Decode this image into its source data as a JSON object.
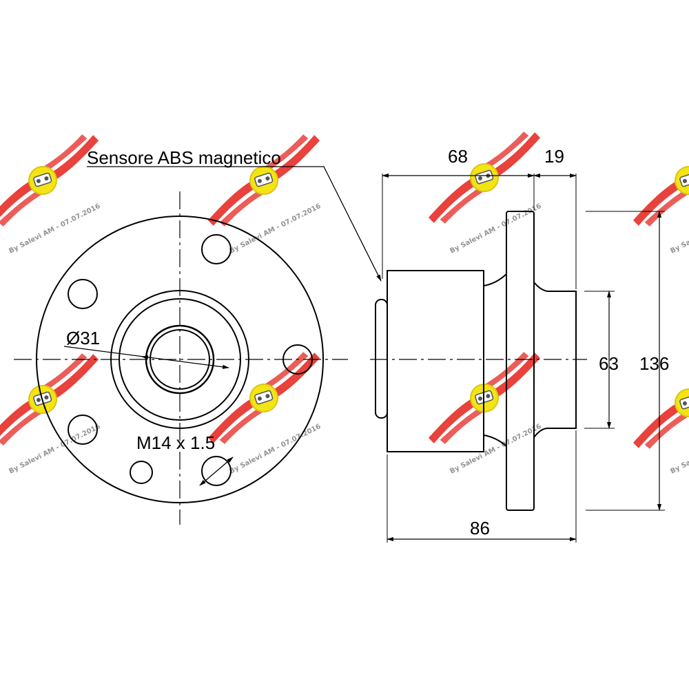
{
  "drawing": {
    "labels": {
      "abs_sensor": "Sensore ABS magnetico",
      "bore_diameter": "Ø31",
      "thread": "M14 x 1.5",
      "width_hub": "68",
      "width_flange": "19",
      "width_total": "86",
      "diameter_spigot": "63",
      "diameter_flange": "136"
    },
    "watermark": {
      "text": "By Salevi AM - 07.07.2016"
    },
    "colors": {
      "line": "#000000",
      "watermark_wing": "#e8302a",
      "watermark_badge": "#f2e200"
    }
  }
}
